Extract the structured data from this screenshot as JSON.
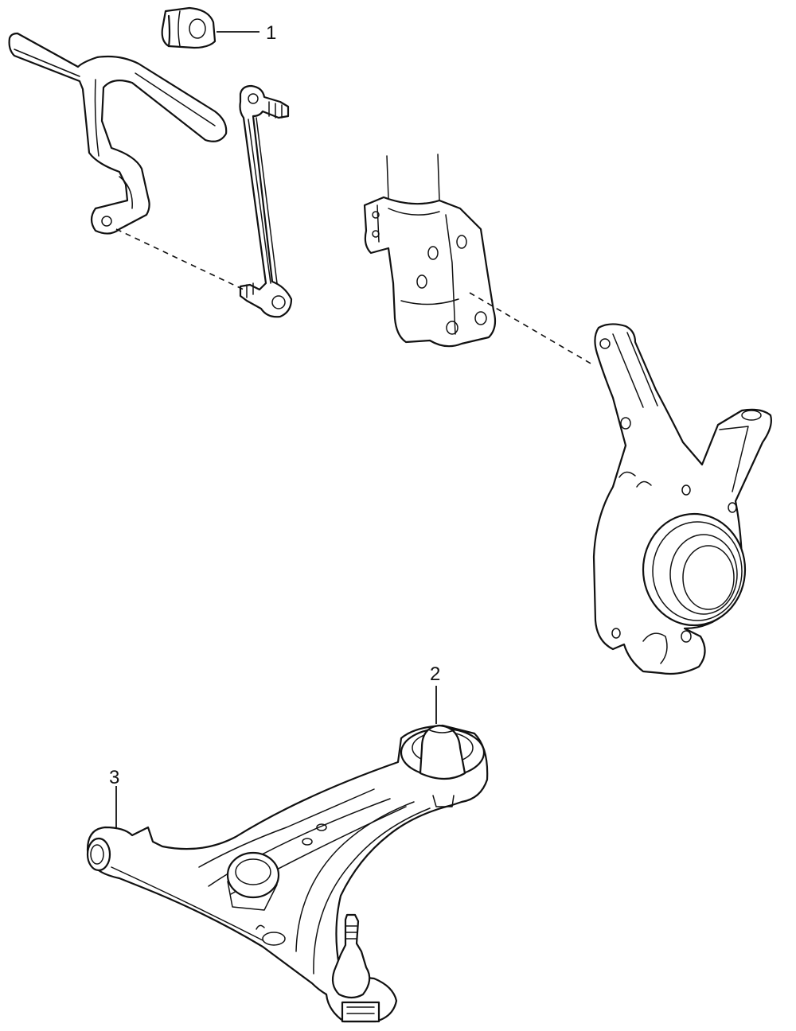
{
  "callouts": [
    {
      "id": "1",
      "label": "1",
      "part": "stabilizer-bushing"
    },
    {
      "id": "2",
      "label": "2",
      "part": "lower-arm-rear-bushing"
    },
    {
      "id": "3",
      "label": "3",
      "part": "lower-arm-front-bushing"
    }
  ],
  "colors": {
    "line": "#111111",
    "background": "#ffffff"
  }
}
